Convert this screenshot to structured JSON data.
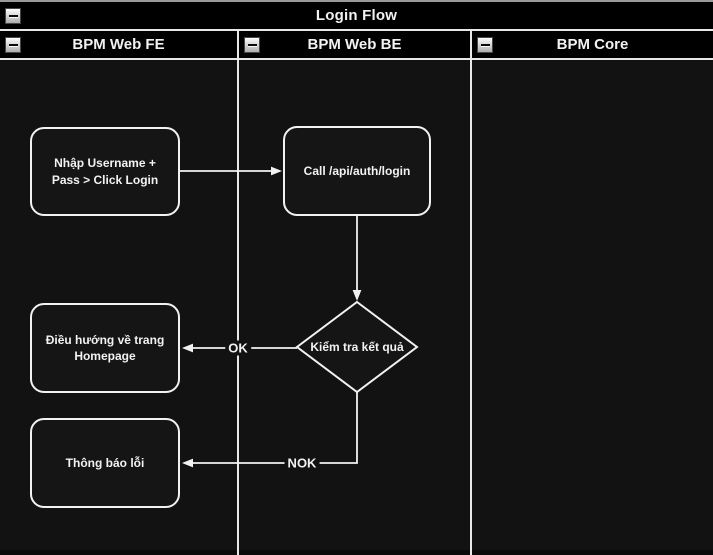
{
  "pool": {
    "title": "Login Flow"
  },
  "lanes": [
    {
      "label": "BPM Web FE"
    },
    {
      "label": "BPM Web BE"
    },
    {
      "label": "BPM Core"
    }
  ],
  "nodes": {
    "input_login": {
      "label": "Nhập Username + Pass > Click Login",
      "shape": "rounded-rect"
    },
    "call_api": {
      "label": "Call /api/auth/login",
      "shape": "rounded-rect"
    },
    "check_result": {
      "label": "Kiểm tra kết quả",
      "shape": "diamond"
    },
    "redirect_home": {
      "label": "Điều hướng về trang Homepage",
      "shape": "rounded-rect"
    },
    "show_error": {
      "label": "Thông báo lỗi",
      "shape": "rounded-rect"
    }
  },
  "edges": {
    "ok_label": "OK",
    "nok_label": "NOK"
  },
  "icons": {
    "collapse": "minus-collapse-icon"
  },
  "colors": {
    "background": "#121212",
    "header_background": "#000000",
    "stroke": "#f2f2f2",
    "separator": "#e8e8e8",
    "top_border": "#9a9a9a",
    "node_fill": "#151515",
    "text": "#f2f2f2"
  }
}
